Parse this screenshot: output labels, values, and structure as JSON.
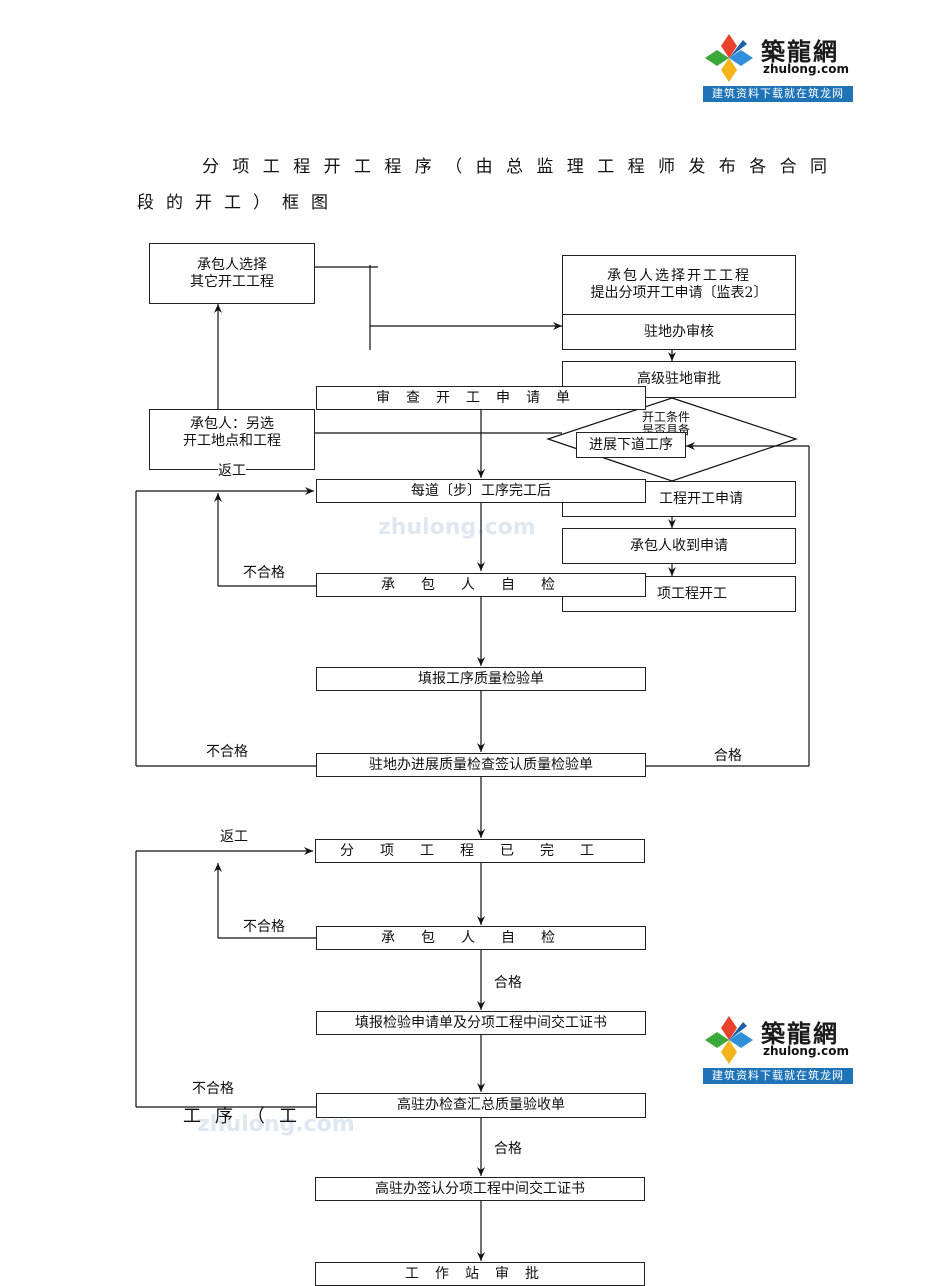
{
  "logo": {
    "name_cn": "築龍網",
    "site": "zhulong.com",
    "slogan": "建筑资料下载就在筑龙网"
  },
  "watermark": "zhulong.com",
  "title": {
    "line1": "分项工程开工程序（由总监理工程师发布各合同",
    "line2": "段的开工）框图"
  },
  "nodes": {
    "contractor_select_other_1": "承包人选择",
    "contractor_select_other_2": "其它开工工程",
    "contractor_select_1": "承包人选择开工工程",
    "contractor_select_2": "提出分项开工申请〔监表2〕",
    "resident_review": "驻地办审核",
    "senior_approve": "高级驻地审批",
    "review_application": "审查开工申请单",
    "contractor_alt_1": "承包人：另选",
    "contractor_alt_2": "开工地点和工程",
    "condition_1": "开工条件",
    "condition_2": "是否具备",
    "next_step": "进展下道工序",
    "each_step_done": "每道〔步〕工序完工后",
    "approve_application": "工程开工申请",
    "contractor_received": "承包人收到申请",
    "self_check_1": "承包人自检",
    "item_start": "项工程开工",
    "fill_quality_form": "填报工序质量检验单",
    "resident_quality_check": "驻地办进展质量检查签认质量检验单",
    "item_completed": "分项工程已完工",
    "self_check_2": "承包人自检",
    "fill_inspection": "填报检验申请单及分项工程中间交工证书",
    "senior_summary": "高驻办检查汇总质量验收单",
    "senior_sign": "高驻办签认分项工程中间交工证书",
    "station_approve": "工作站审批",
    "overlap_text": "工序（工"
  },
  "labels": {
    "rework_1": "返工",
    "unqualified_1": "不合格",
    "unqualified_2": "不合格",
    "qualified_1": "合格",
    "rework_2": "返工",
    "unqualified_3": "不合格",
    "qualified_2": "合格",
    "unqualified_4": "不合格",
    "qualified_3": "合格"
  }
}
